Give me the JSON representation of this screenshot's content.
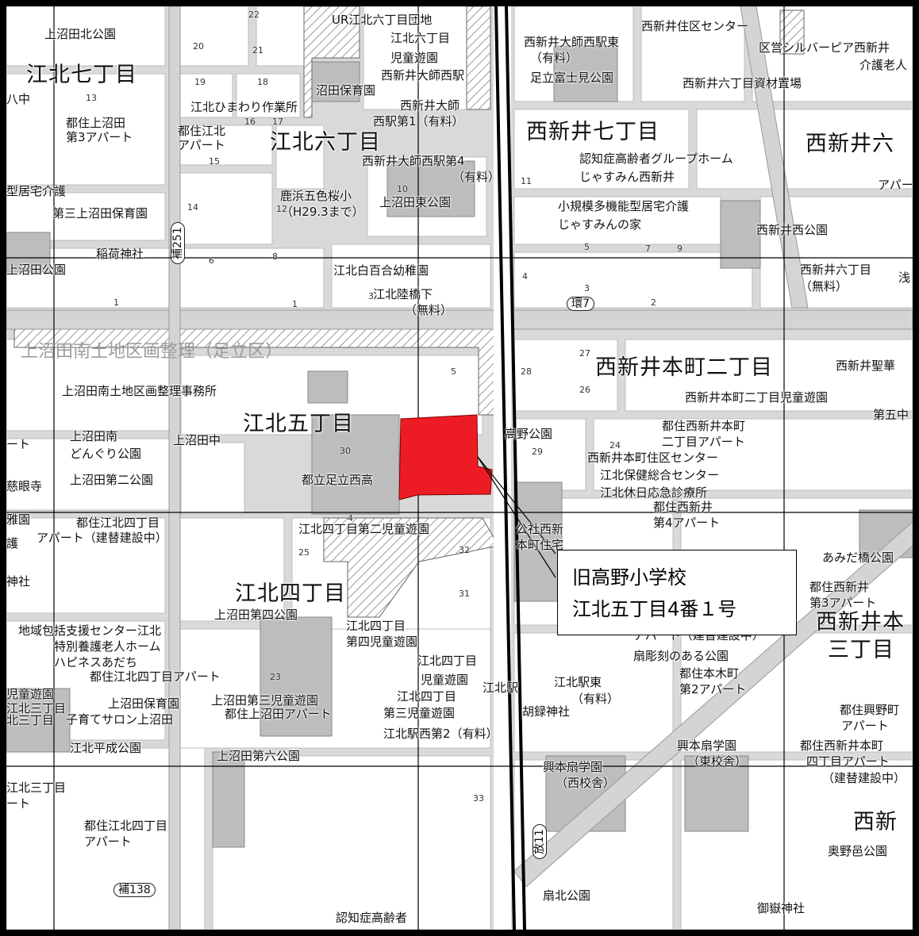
{
  "callout": {
    "line1": "旧高野小学校",
    "line2": "江北五丁目4番１号"
  },
  "colors": {
    "target_area": "#ed1c24",
    "block": "#ffffff",
    "road": "#d9d9d9",
    "rail": "#000000",
    "grid": "#000000"
  },
  "areas": {
    "kohoku7": "江北七丁目",
    "kohoku6": "江北六丁目",
    "kohoku5": "江北五丁目",
    "kohoku4": "江北四丁目",
    "nishiarai7": "西新井七丁目",
    "nishiarai6": "西新井六",
    "honcho2": "西新井本町二丁目",
    "honcho3a": "西新井本",
    "honcho3b": "三丁目",
    "nishiarai_s": "西新",
    "faded_kukaku": "上沼田南土地区画整理（足立区）"
  },
  "facilities": [
    "上沼田北公園",
    "沼田保育園",
    "江北ひまわり作業所",
    "都住上沼田",
    "第3アパート",
    "都住江北",
    "アパート",
    "型居宅介護",
    "第三上沼田保育園",
    "稲荷神社",
    "上沼田公園",
    "UR江北六丁目団地",
    "江北六丁目",
    "児童遊園",
    "西新井大師西駅",
    "西新井大師",
    "西駅第1（有料）",
    "西新井大師西駅第4",
    "（有料）",
    "鹿浜五色桜小",
    "（H29.3まで）",
    "上沼田東公園",
    "江北白百合幼稚園",
    "江北陸橋下",
    "（無料）",
    "西新井大師西駅東",
    "（有料）",
    "足立富士見公園",
    "西新井住区センター",
    "区営シルバーピア西新井",
    "介護老人",
    "西新井六丁目資材置場",
    "認知症高齢者グループホーム",
    "じゃすみん西新井",
    "小規模多機能型居宅介護",
    "じゃすみんの家",
    "西新井西公園",
    "西新井六丁目",
    "（無料）",
    "上沼田南土地区画整理事務所",
    "上沼田南",
    "どんぐり公園",
    "上沼田中",
    "上沼田第二公園",
    "慈眼寺",
    "都立足立西高",
    "西新井聖華",
    "西新井本町二丁目児童遊園",
    "第五中",
    "高野公園",
    "都住西新井本町",
    "二丁目アパート",
    "西新井本町住区センター",
    "江北保健総合センター",
    "江北休日応急診療所",
    "都住西新井",
    "第4アパート",
    "江北四丁目第二児童遊園",
    "都住江北四丁目",
    "アパート（建替建設中）",
    "公社西新",
    "本町住宅",
    "あみだ橋公園",
    "都住西新井",
    "第3アパート",
    "上沼田第四公園",
    "地域包括支援センター江北",
    "特別養護老人ホーム",
    "ハピネスあだち",
    "江北四丁目",
    "第四児童遊園",
    "都住江北四丁目アパート",
    "江北四丁目",
    "児童遊園",
    "上沼田保育園",
    "上沼田第三児童遊園",
    "都住上沼田アパート",
    "子育てサロン上沼田",
    "江北四丁目",
    "第三児童遊園",
    "江北駅西第2（有料）",
    "江北駅",
    "江北駅東",
    "（有料）",
    "胡録神社",
    "アパート（建替建設中）",
    "扇彫刻のある公園",
    "都住本木町",
    "第2アパート",
    "都住興野町",
    "アパート",
    "江北平成公園",
    "上沼田第六公園",
    "興本扇学園",
    "（東校舎）",
    "興本扇学園",
    "（西校舎）",
    "都住西新井本町",
    "四丁目アパート",
    "（建替建設中）",
    "都住江北四丁目",
    "アパート",
    "江北三丁目",
    "ート",
    "扇北公園",
    "御嶽神社",
    "奥野邑公園",
    "認知症高齢者",
    "江北三丁目",
    "児童遊園",
    "八中",
    "雅園",
    "護",
    "神社",
    "ート",
    "北三丁目",
    "アパート",
    "浅"
  ],
  "routes": [
    "補251",
    "環7",
    "補138",
    "放11"
  ],
  "numbers": [
    "22",
    "20",
    "21",
    "19",
    "18",
    "17",
    "16",
    "13",
    "14",
    "15",
    "12",
    "11",
    "10",
    "9",
    "8",
    "7",
    "6",
    "5",
    "4",
    "3",
    "2",
    "1",
    "28",
    "27",
    "26",
    "25",
    "24",
    "23",
    "29",
    "30",
    "31",
    "32",
    "33",
    "4",
    "5",
    "3",
    "1"
  ]
}
